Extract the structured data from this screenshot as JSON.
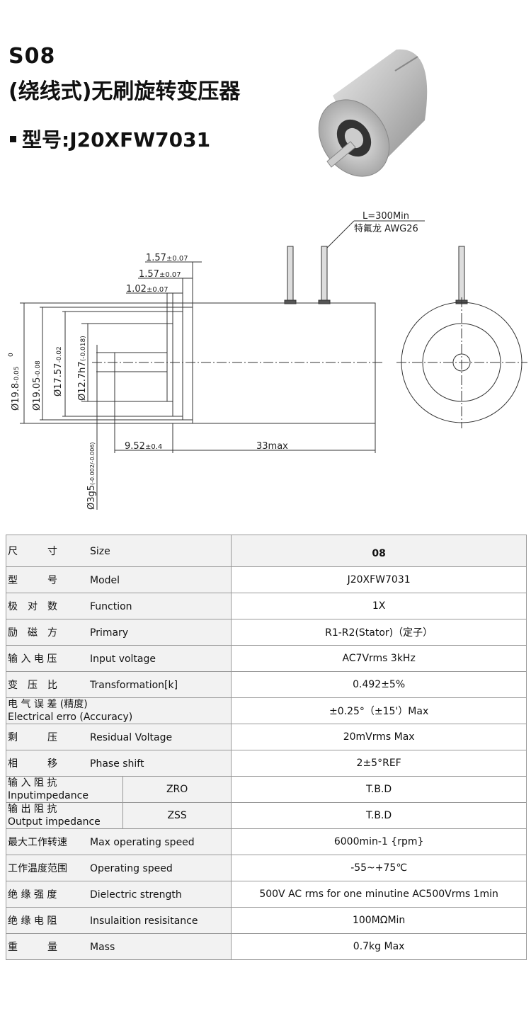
{
  "header": {
    "series": "S08",
    "name": "(绕线式)无刷旋转变压器",
    "model_label": "型号:J20XFW7031"
  },
  "drawing": {
    "wire_length": "L=300Min",
    "wire_type": "特氟龙 AWG26",
    "dim_flange1": "1.57",
    "dim_flange1_tol": "±0.07",
    "dim_flange2": "1.57",
    "dim_flange2_tol": "±0.07",
    "dim_step": "1.02",
    "dim_step_tol": "±0.07",
    "dia_outer": "Ø19.8",
    "dia_outer_tol": "-0.05",
    "dia_2": "Ø19.05",
    "dia_2_tol": "-0.08",
    "dia_3": "Ø17.57",
    "dia_3_tol": "-0.02",
    "dia_4": "Ø12.7h7",
    "dia_4_tol": "(-0.018)",
    "tol_zero": "0",
    "shaft_len": "9.52",
    "shaft_len_tol": "±0.4",
    "body_len": "33max",
    "shaft_dia": "Ø3g5",
    "shaft_dia_tol": "(-0.002/-0.006)"
  },
  "table": {
    "rows": [
      {
        "zh": "尺　　　寸",
        "en": "Size",
        "value": "08"
      },
      {
        "zh": "型　　　号",
        "en": "Model",
        "value": "J20XFW7031"
      },
      {
        "zh": "极　对　数",
        "en": "Function",
        "value": "1X"
      },
      {
        "zh": "励　磁　方",
        "en": "Primary",
        "value": "R1-R2(Stator)（定子）"
      },
      {
        "zh": "输 入 电 压",
        "en": "Input voltage",
        "value": "AC7Vrms 3kHz"
      },
      {
        "zh": "变　压　比",
        "en": "Transformation[k]",
        "value": "0.492±5%"
      },
      {
        "zh": "电 气 误 差 (精度)",
        "en": "Electrical erro (Accuracy)",
        "value": "±0.25°（±15'）Max"
      },
      {
        "zh": "剩　　　压",
        "en": "Residual Voltage",
        "value": "20mVrms Max"
      },
      {
        "zh": "相　　　移",
        "en": "Phase shift",
        "value": "2±5°REF"
      },
      {
        "zh": "输 入 阻 抗",
        "en": "Inputimpedance",
        "sub": "ZRO",
        "value": "T.B.D"
      },
      {
        "zh": "输 出 阻 抗",
        "en": "Output impedance",
        "sub": "ZSS",
        "value": "T.B.D"
      },
      {
        "zh": "最大工作转速",
        "en": "Max operating speed",
        "value": "6000min-1 {rpm}"
      },
      {
        "zh": "工作温度范围",
        "en": "Operating speed",
        "value": "-55~+75℃"
      },
      {
        "zh": "绝 缘 强 度",
        "en": "Dielectric strength",
        "value": "500V AC rms for one minutine AC500Vrms 1min"
      },
      {
        "zh": "绝 缘 电 阻",
        "en": "Insulaition resisitance",
        "value": "100MΩMin"
      },
      {
        "zh": "重　　　量",
        "en": "Mass",
        "value": "0.7kg Max"
      }
    ]
  }
}
